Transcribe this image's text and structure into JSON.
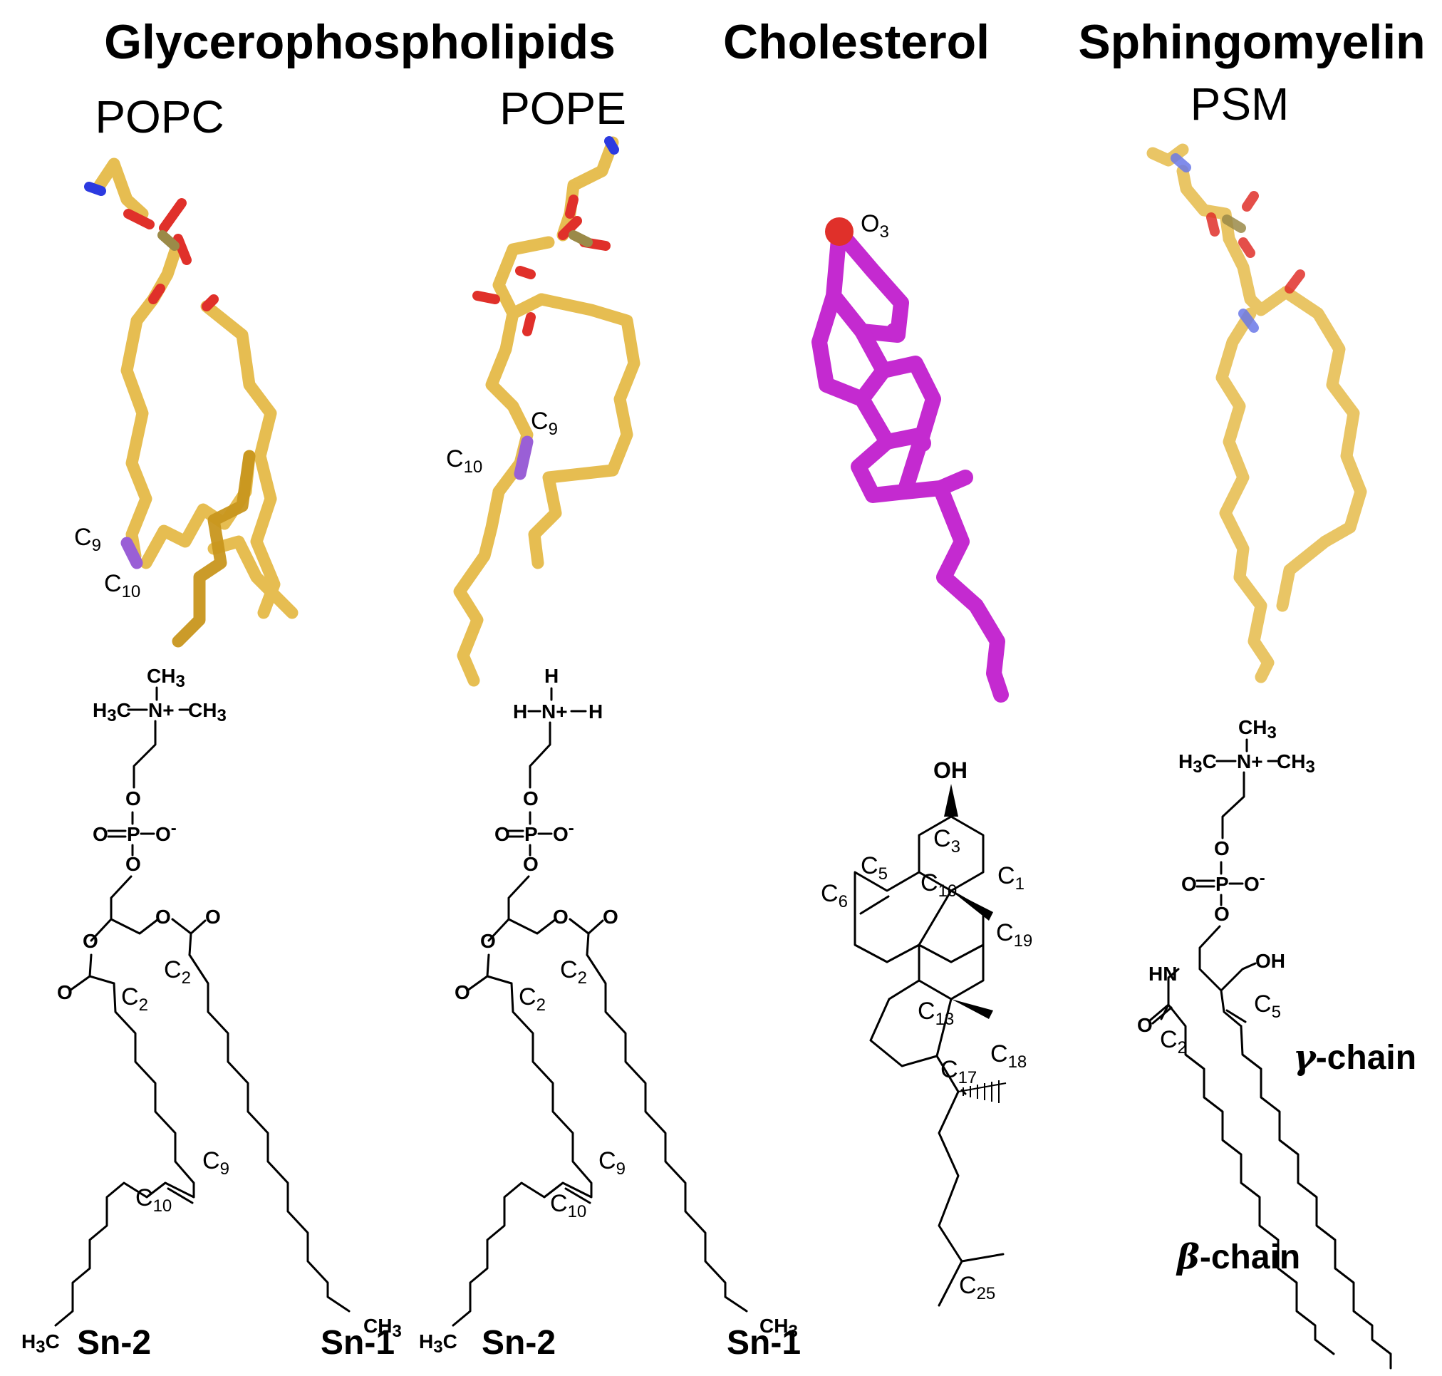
{
  "categories": {
    "glycero": "Glycerophospholipids",
    "cholesterol": "Cholesterol",
    "sphingo": "Sphingomyelin"
  },
  "molecules": {
    "popc": "POPC",
    "pope": "POPE",
    "psm": "PSM"
  },
  "carbon_labels": {
    "c2": "C",
    "c2_sub": "2",
    "c9": "C",
    "c9_sub": "9",
    "c10": "C",
    "c10_sub": "10",
    "o3": "O",
    "o3_sub": "3",
    "c1_sub": "1",
    "c3_sub": "3",
    "c5_sub": "5",
    "c6_sub": "6",
    "c13_sub": "13",
    "c17_sub": "17",
    "c18_sub": "18",
    "c19_sub": "19",
    "c25_sub": "25"
  },
  "chain_labels": {
    "sn1": "Sn-1",
    "sn2": "Sn-2",
    "gamma": "γ",
    "beta": "β",
    "chain_suffix": "-chain"
  },
  "atoms": {
    "ch3": "CH",
    "h3c": "H",
    "n_plus": "N+",
    "h": "H",
    "o": "O",
    "p": "P",
    "o_minus": "O",
    "minus": "-",
    "oh": "OH",
    "hn": "HN",
    "three": "3",
    "c": "C"
  },
  "colors": {
    "tail": "#e3b53a",
    "tail_dark": "#c8961e",
    "oxygen": "#e0302a",
    "nitrogen": "#2c3ae0",
    "phosphorus": "#9b8a48",
    "double_bond": "#9a5fd6",
    "cholesterol": "#c42ad0"
  }
}
